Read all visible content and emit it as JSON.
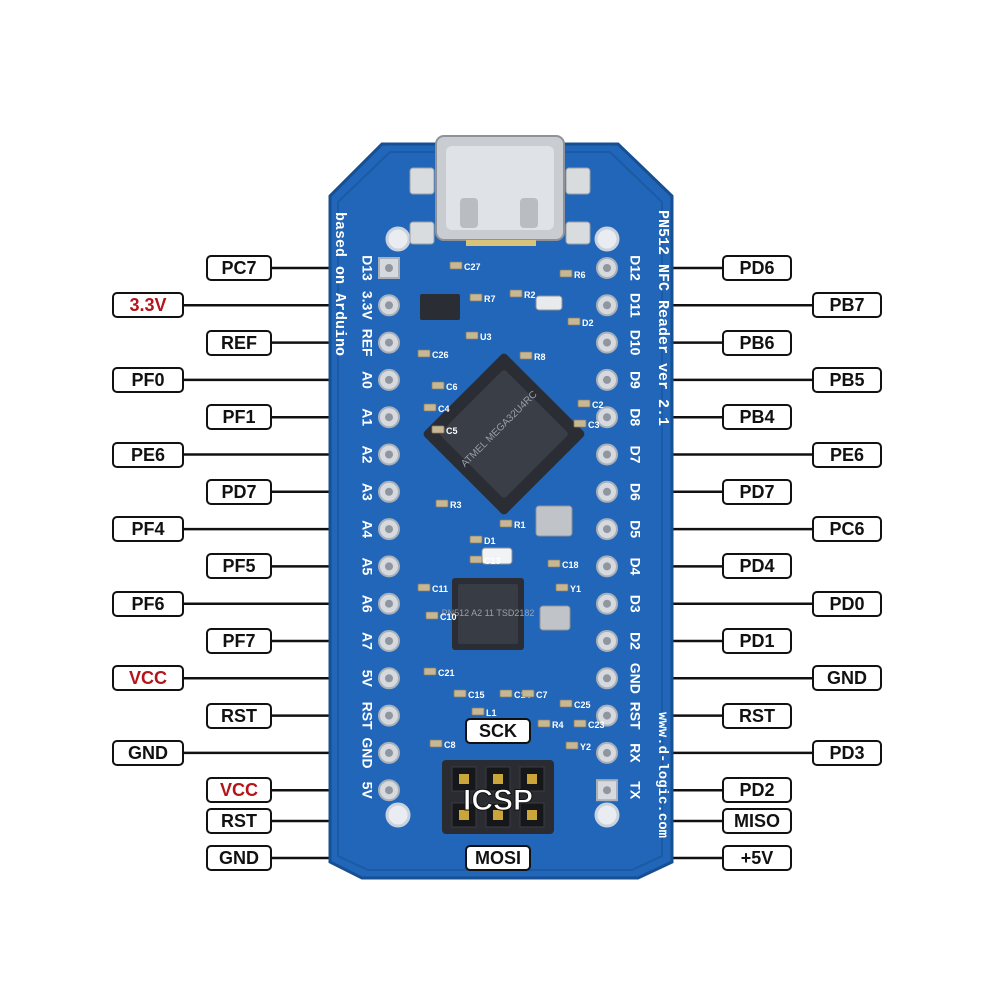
{
  "board": {
    "title_line": "PN512 NFC Reader ver 2.1",
    "based_on": "based on Arduino",
    "website": "www.d-logic.com",
    "icsp_label": "ICSP",
    "colors": {
      "pcb": "#2166b8",
      "pcb_dark": "#17539a",
      "silk": "#ffffff",
      "power_text": "#b3151b"
    }
  },
  "silk_left": [
    "D13",
    "3.3V",
    "REF",
    "A0",
    "A1",
    "A2",
    "A3",
    "A4",
    "A5",
    "A6",
    "A7",
    "5V",
    "RST",
    "GND",
    "5V"
  ],
  "silk_right": [
    "D12",
    "D11",
    "D10",
    "D9",
    "D8",
    "D7",
    "D6",
    "D5",
    "D4",
    "D3",
    "D2",
    "GND",
    "RST",
    "RX",
    "TX"
  ],
  "left_labels": [
    "PC7",
    "3.3V",
    "REF",
    "PF0",
    "PF1",
    "PE6",
    "PD7",
    "PF4",
    "PF5",
    "PF6",
    "PF7",
    "VCC",
    "RST",
    "GND",
    "VCC"
  ],
  "right_labels": [
    "PD6",
    "PB7",
    "PB6",
    "PB5",
    "PB4",
    "PE6",
    "PD7",
    "PC6",
    "PD4",
    "PD0",
    "PD1",
    "GND",
    "RST",
    "PD3",
    "PD2"
  ],
  "icsp": {
    "top": "SCK",
    "bottom": "MOSI",
    "left_top": "RST",
    "left_bottom": "GND",
    "right_top": "MISO",
    "right_bottom": "+5V"
  },
  "components": [
    "C27",
    "R6",
    "R7",
    "R2",
    "D2",
    "U3",
    "R8",
    "C26",
    "C6",
    "C4",
    "C5",
    "C3",
    "C2",
    "R3",
    "R1",
    "D1",
    "C13",
    "C11",
    "C10",
    "C21",
    "C15",
    "C14",
    "C7",
    "C25",
    "C23",
    "Y2",
    "Y1",
    "C18",
    "L1",
    "R4",
    "C8"
  ],
  "chips": {
    "mcu_text": "ATMEL MEGA32U4RC",
    "nfc_text": "PN512 A2 11 TSD2182"
  }
}
